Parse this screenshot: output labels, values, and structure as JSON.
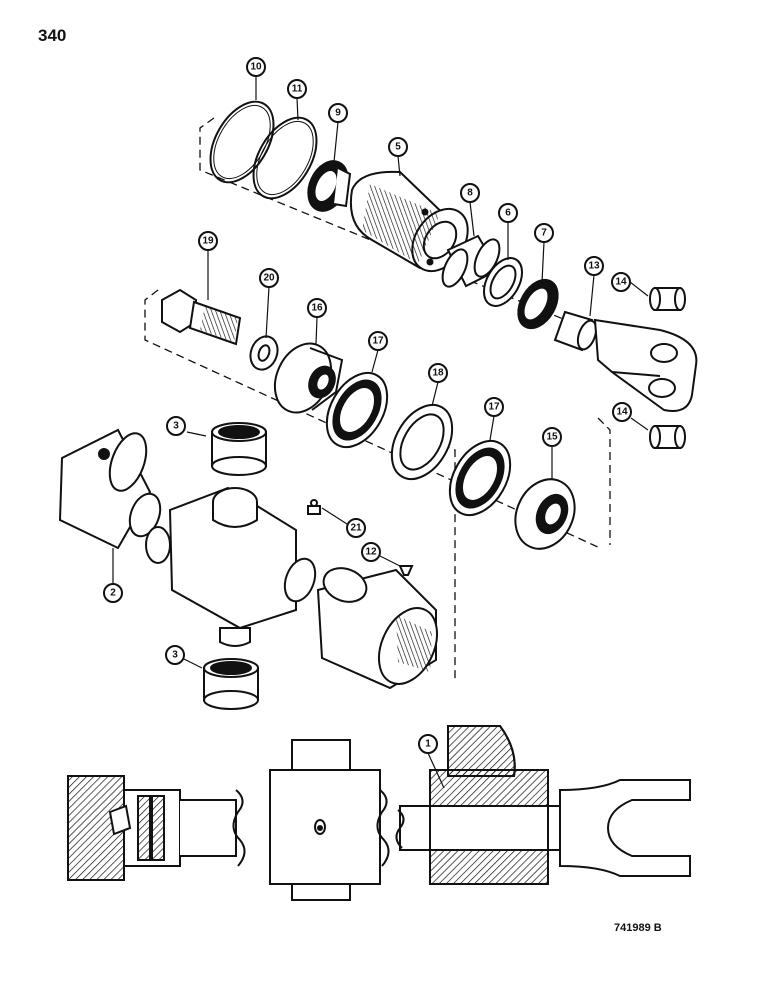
{
  "page": {
    "number": "340",
    "drawing_code": "741989 B"
  },
  "callouts": {
    "c10": "10",
    "c11": "11",
    "c9": "9",
    "c5": "5",
    "c8": "8",
    "c6": "6",
    "c7": "7",
    "c13": "13",
    "c14a": "14",
    "c14b": "14",
    "c19": "19",
    "c20": "20",
    "c16": "16",
    "c17a": "17",
    "c18": "18",
    "c17b": "17",
    "c15": "15",
    "c3a": "3",
    "c3b": "3",
    "c2": "2",
    "c21": "21",
    "c12": "12",
    "c1": "1"
  },
  "colors": {
    "ink": "#111111",
    "paper": "#ffffff",
    "shade": "#555555"
  }
}
